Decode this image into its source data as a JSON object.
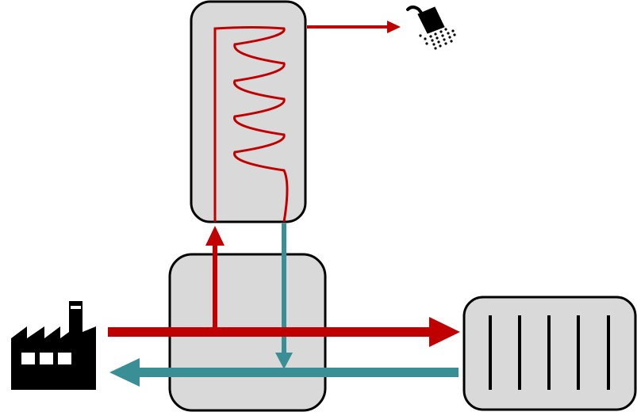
{
  "diagram": {
    "description_free": true,
    "nodes": [
      {
        "id": "hot-water-tank",
        "icon": "storage-tank-with-coil"
      },
      {
        "id": "heat-exchanger-substation",
        "icon": "heat-exchanger-box"
      },
      {
        "id": "radiator",
        "icon": "radiator-icon"
      },
      {
        "id": "factory",
        "icon": "factory-icon"
      },
      {
        "id": "shower",
        "icon": "shower-icon"
      }
    ],
    "flows": [
      {
        "from": "factory",
        "to": "radiator",
        "kind": "supply"
      },
      {
        "from": "heat-exchanger-substation",
        "to": "hot-water-tank",
        "kind": "supply"
      },
      {
        "from": "hot-water-tank",
        "to": "shower",
        "kind": "supply"
      },
      {
        "from": "hot-water-tank",
        "to": "heat-exchanger-substation",
        "kind": "return"
      },
      {
        "from": "radiator",
        "to": "factory",
        "kind": "return"
      }
    ]
  },
  "colors": {
    "supply": "#c00000",
    "return": "#3a8f96",
    "box_fill": "#d9d9d9",
    "outline": "#000000"
  }
}
